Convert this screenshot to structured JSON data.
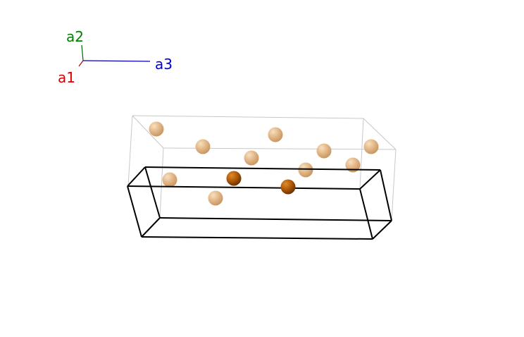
{
  "axes": {
    "a1": {
      "label": "a1",
      "color": "#dd0000"
    },
    "a2": {
      "label": "a2",
      "color": "#008000"
    },
    "a3": {
      "label": "a3",
      "color": "#0000dd"
    }
  },
  "colors": {
    "light_atom": "#e8bd8a",
    "dark_atom": "#b8630a",
    "outer_cell": "#c8c8c8",
    "inner_cell": "#000000"
  }
}
